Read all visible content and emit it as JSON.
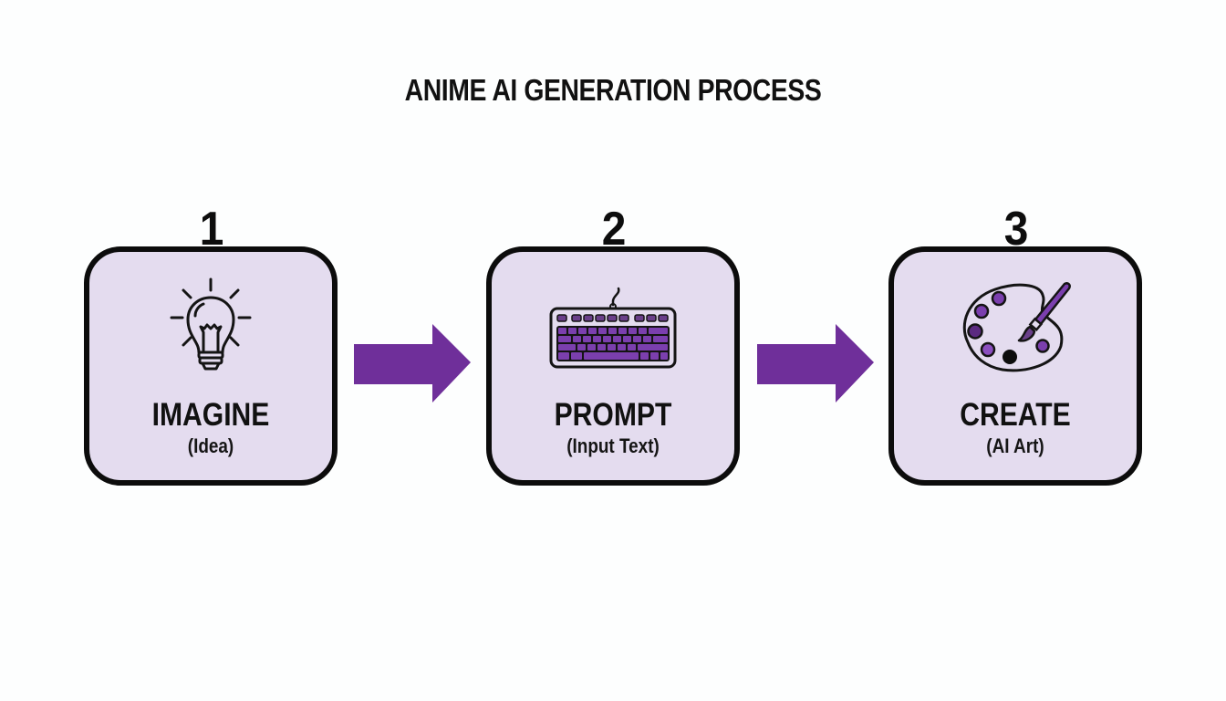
{
  "title": "ANIME AI GENERATION PROCESS",
  "colors": {
    "accent": "#6f2f9a",
    "card_fill": "#e4dcef",
    "outline": "#0c0c0c",
    "background": "#fdfefe"
  },
  "steps": [
    {
      "number": "1",
      "label": "IMAGINE",
      "sublabel": "(Idea)",
      "icon": "lightbulb-icon"
    },
    {
      "number": "2",
      "label": "PROMPT",
      "sublabel": "(Input Text)",
      "icon": "keyboard-icon"
    },
    {
      "number": "3",
      "label": "CREATE",
      "sublabel": "(AI Art)",
      "icon": "paint-palette-icon"
    }
  ],
  "connectors": [
    {
      "from": "1",
      "to": "2",
      "icon": "arrow-right-icon"
    },
    {
      "from": "2",
      "to": "3",
      "icon": "arrow-right-icon"
    }
  ]
}
